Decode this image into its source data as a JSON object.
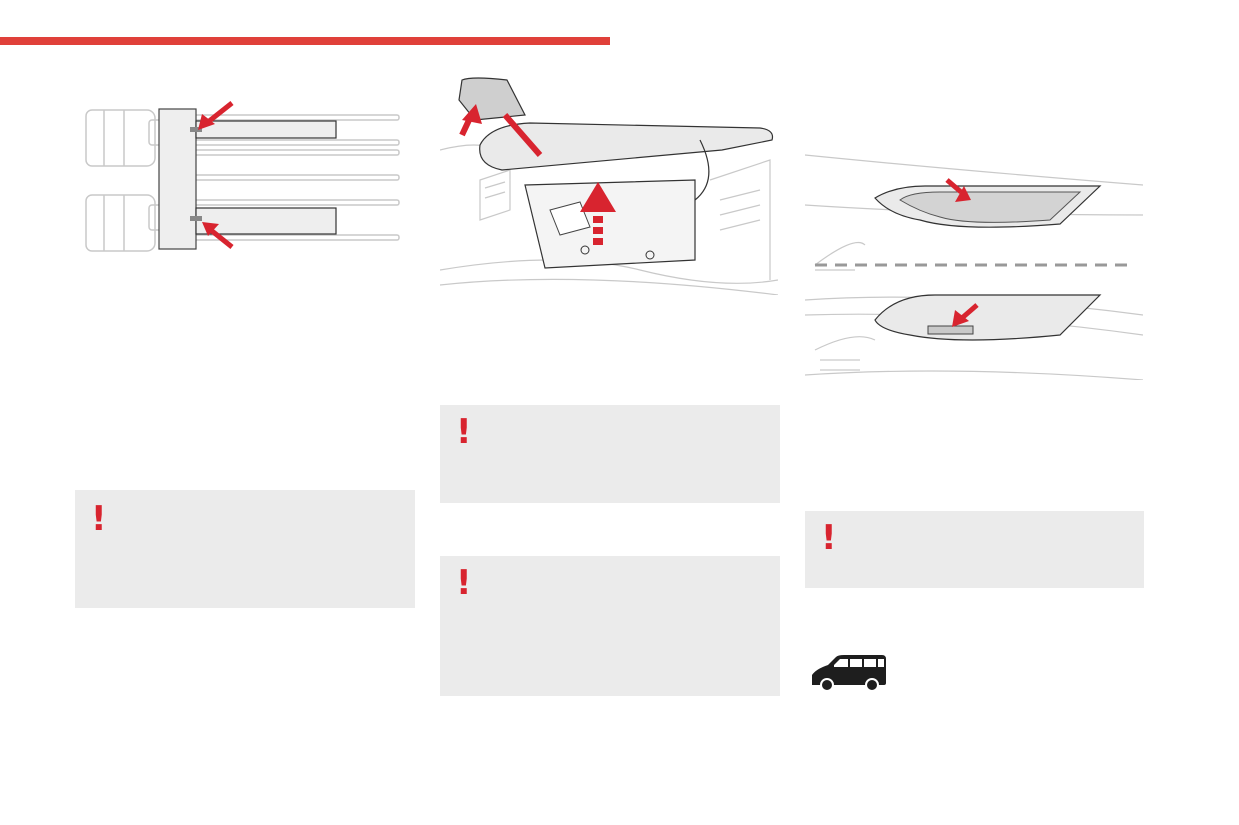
{
  "page": {
    "accent_color": "#e0403a",
    "warning_color": "#d8242f",
    "warning_box_color": "#ebebeb"
  },
  "columns": [
    {
      "illustration": "seat-rails-illustration",
      "warning": {
        "icon": "exclamation-icon",
        "symbol": "!"
      }
    },
    {
      "illustration": "glovebox-illustration",
      "warnings": [
        {
          "icon": "exclamation-icon",
          "symbol": "!"
        },
        {
          "icon": "exclamation-icon",
          "symbol": "!"
        }
      ]
    },
    {
      "illustration": "dashboard-storage-illustration",
      "warning": {
        "icon": "exclamation-icon",
        "symbol": "!"
      },
      "vehicle_icon": "van-icon"
    }
  ]
}
